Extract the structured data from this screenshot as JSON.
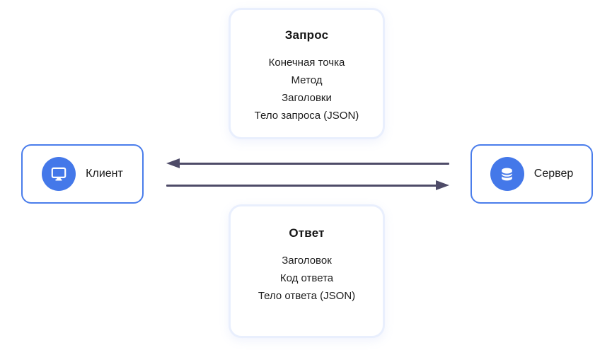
{
  "diagram": {
    "request_card": {
      "title": "Запрос",
      "items": [
        "Конечная точка",
        "Метод",
        "Заголовки",
        "Тело запроса (JSON)"
      ]
    },
    "response_card": {
      "title": "Ответ",
      "items": [
        "Заголовок",
        "Код ответа",
        "Тело ответа (JSON)"
      ]
    },
    "client": {
      "label": "Клиент",
      "icon": "monitor-icon"
    },
    "server": {
      "label": "Сервер",
      "icon": "database-icon"
    },
    "arrows": [
      {
        "name": "server-to-client",
        "direction": "left"
      },
      {
        "name": "client-to-server",
        "direction": "right"
      }
    ],
    "colors": {
      "node_border": "#4a7deb",
      "icon_circle_bg": "#4478e9",
      "card_border": "#e9effd",
      "arrow": "#4e4b68",
      "text": "#1c1c1c"
    }
  }
}
